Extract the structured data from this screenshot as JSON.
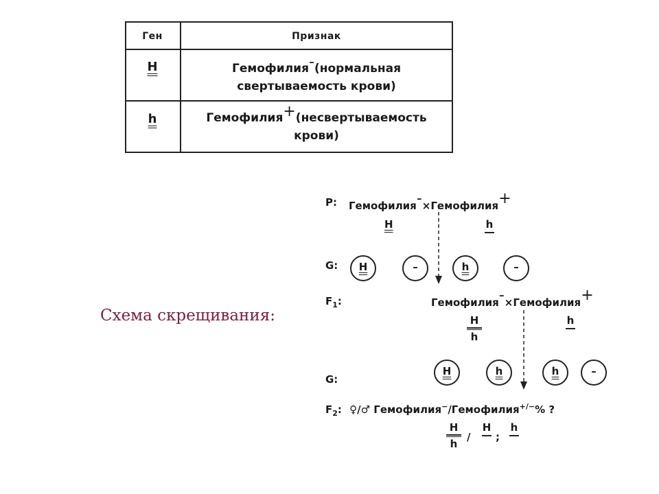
{
  "table": {
    "header_gene": "Ген",
    "header_trait": "Признак",
    "rows": [
      {
        "gene": "H",
        "trait_line1": "Гемофилия",
        "sign": "-",
        "trait_paren1": "(нормальная",
        "trait_line2": "свертываемость крови)"
      },
      {
        "gene": "h",
        "trait_line1": "Гемофилия",
        "sign": "+",
        "trait_paren1": "(несвертываемость",
        "trait_line2": "крови)"
      }
    ]
  },
  "caption": "Схема скрещивания:",
  "scheme": {
    "p_label": "P:",
    "p_left": "Гемофилия",
    "p_left_sign": "-",
    "cross": "×",
    "p_right": "Гемофилия",
    "p_right_sign": "+",
    "p_geno_left": "H",
    "p_geno_right": "h",
    "g_label": "G:",
    "g1_gametes": [
      "H",
      "–",
      "h",
      "–"
    ],
    "f1_label": "F",
    "f1_sub": "1",
    "f1_colon": ":",
    "f1_left": "Гемофилия",
    "f1_left_sign": "-",
    "f1_right": "Гемофилия",
    "f1_right_sign": "+",
    "f1_geno_left_top": "H",
    "f1_geno_left_bottom": "h",
    "f1_geno_right": "h",
    "g2_label": "G:",
    "g2_gametes": [
      "H",
      "h",
      "h",
      "–"
    ],
    "f2_label": "F",
    "f2_sub": "2",
    "f2_colon": ":",
    "f2_text": "♀/♂ Гемофилия",
    "f2_sign": "−",
    "f2_text2": "/Гемофилия",
    "f2_sign2": "+/−",
    "f2_tail": "% ?",
    "f2_geno_1_top": "H",
    "f2_geno_1_bottom": "h",
    "f2_slash": "/",
    "f2_geno_2": "H",
    "f2_semicolon": ";",
    "f2_geno_3": "h"
  }
}
